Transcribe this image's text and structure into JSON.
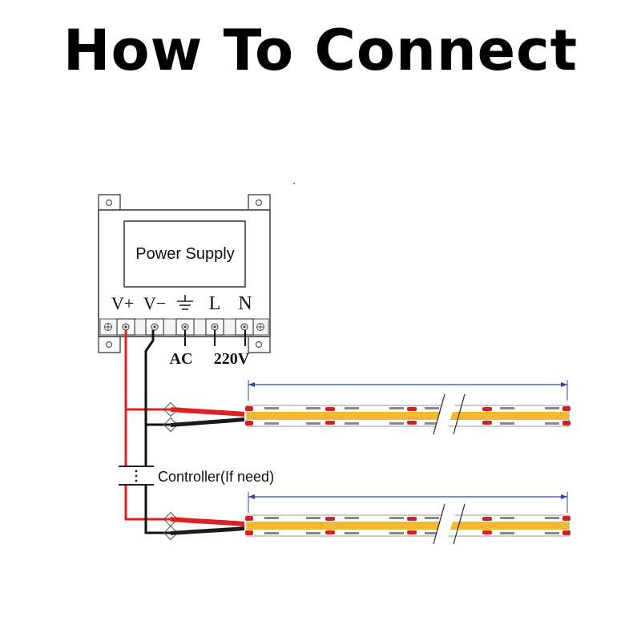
{
  "title": "How To Connect",
  "power_supply": {
    "label": "Power Supply",
    "terminals": [
      "V+",
      "V−",
      "⏚",
      "L",
      "N"
    ]
  },
  "input_labels": {
    "ac": "AC",
    "voltage": "220V"
  },
  "controller_label": "Controller(If need)",
  "colors": {
    "positive_wire": "#e0201e",
    "negative_wire": "#1a1a1a",
    "led_strip": "#f5b82e",
    "dimension_line": "#3040c0"
  }
}
